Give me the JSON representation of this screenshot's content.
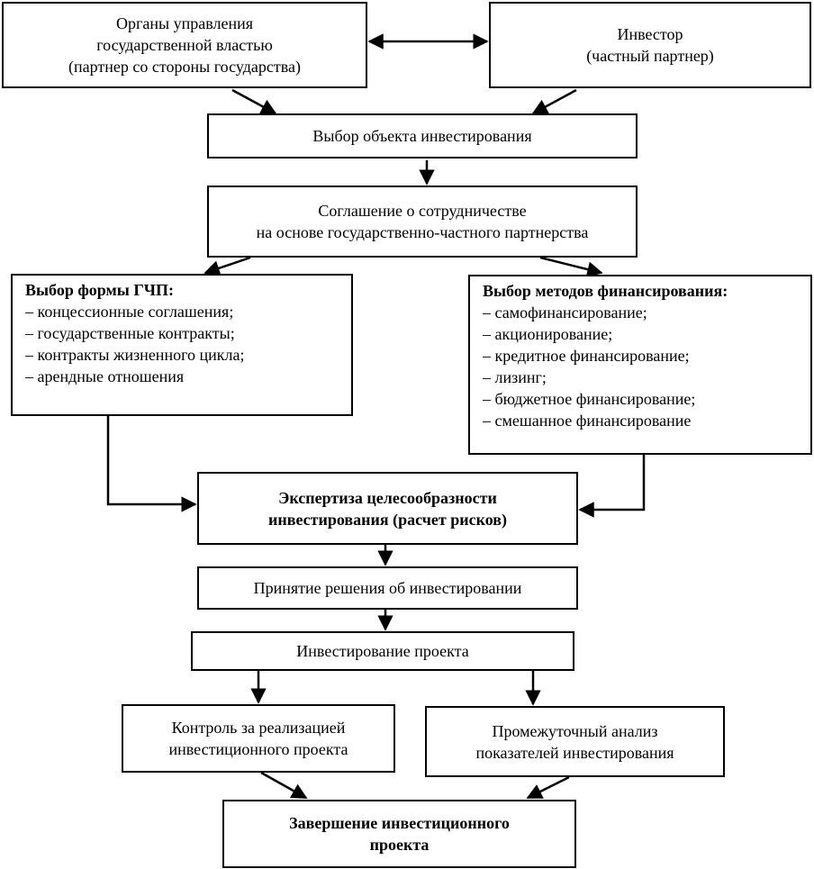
{
  "nodes": {
    "government": {
      "lines": [
        "Органы управления",
        "государственной властью",
        "(партнер со стороны государства)"
      ]
    },
    "investor": {
      "lines": [
        "Инвестор",
        "(частный партнер)"
      ]
    },
    "object_choice": {
      "lines": [
        "Выбор объекта инвестирования"
      ]
    },
    "agreement": {
      "lines": [
        "Соглашение о сотрудничестве",
        "на основе государственно-частного партнерства"
      ]
    },
    "ppp_forms": {
      "title": "Выбор формы ГЧП:",
      "items": [
        "– концессионные соглашения;",
        "– государственные контракты;",
        "– контракты жизненного цикла;",
        "– арендные отношения"
      ]
    },
    "financing_methods": {
      "title": "Выбор методов финансирования:",
      "items": [
        "– самофинансирование;",
        "– акционирование;",
        "– кредитное финансирование;",
        "– лизинг;",
        "– бюджетное финансирование;",
        "– смешанное финансирование"
      ]
    },
    "expertise": {
      "lines": [
        "Экспертиза целесообразности",
        "инвестирования (расчет рисков)"
      ]
    },
    "decision": {
      "lines": [
        "Принятие решения об инвестировании"
      ]
    },
    "investing": {
      "lines": [
        "Инвестирование проекта"
      ]
    },
    "control": {
      "lines": [
        "Контроль за реализацией",
        "инвестиционного проекта"
      ]
    },
    "analysis": {
      "lines": [
        "Промежуточный анализ",
        "показателей инвестирования"
      ]
    },
    "completion": {
      "lines": [
        "Завершение инвестиционного",
        "проекта"
      ]
    }
  }
}
